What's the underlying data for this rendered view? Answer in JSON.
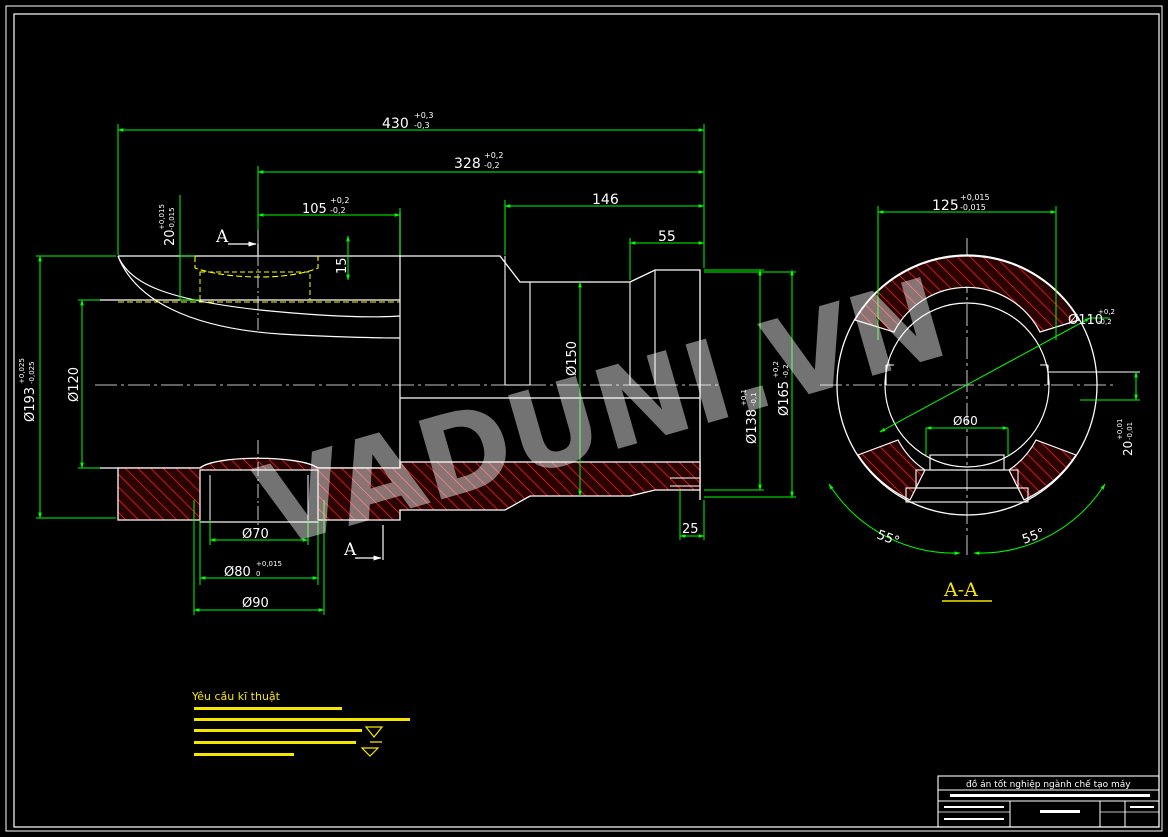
{
  "colors": {
    "background": "#000000",
    "outline": "#ffffff",
    "dimension": "#00ff00",
    "dimension_text": "#ffffff",
    "hatch": "#ff2a2a",
    "hatch_fill": "#3a0000",
    "hidden": "#ffff00",
    "centerline": "#ffffff",
    "section_label": "#f5e600",
    "border": "#ffffff",
    "requirements": "#f5e600"
  },
  "watermark": "VADUNI.VN",
  "front_view": {
    "dims": {
      "overall_length": "430",
      "overall_length_tol_upper": "+0,3",
      "overall_length_tol_lower": "-0,3",
      "length_328": "328",
      "length_328_tol_upper": "+0,2",
      "length_328_tol_lower": "-0,2",
      "length_105": "105",
      "length_105_tol_upper": "+0,2",
      "length_105_tol_lower": "-0,2",
      "length_146": "146",
      "length_55": "55",
      "length_25": "25",
      "height_20": "20",
      "height_20_tol_upper": "+0,015",
      "height_20_tol_lower": "-0,015",
      "depth_15": "15",
      "dia_193": "Ø193",
      "dia_193_tol_upper": "+0,025",
      "dia_193_tol_lower": "-0,025",
      "dia_120": "Ø120",
      "dia_150": "Ø150",
      "dia_138": "Ø138",
      "dia_138_tol_upper": "+0,1",
      "dia_138_tol_lower": "-0,1",
      "dia_165": "Ø165",
      "dia_165_tol_upper": "+0,2",
      "dia_165_tol_lower": "-0,2",
      "dia_70": "Ø70",
      "dia_80": "Ø80",
      "dia_80_tol_upper": "+0,015",
      "dia_80_tol_lower": "0",
      "dia_90": "Ø90"
    },
    "section_marker": "A"
  },
  "section_view": {
    "label": "A-A",
    "dims": {
      "width_125": "125",
      "width_125_tol_upper": "+0,015",
      "width_125_tol_lower": "-0,015",
      "dia_110": "Ø110",
      "dia_110_tol_upper": "+0,2",
      "dia_110_tol_lower": "-0,2",
      "dia_60": "Ø60",
      "height_20": "20",
      "height_20_tol_upper": "+0,01",
      "height_20_tol_lower": "-0,01",
      "angle_left": "55°",
      "angle_right": "55°"
    }
  },
  "requirements": {
    "title": "Yêu cầu kĩ thuật"
  },
  "title_block": {
    "header": "đồ án tốt nghiệp ngành chế tạo máy"
  }
}
